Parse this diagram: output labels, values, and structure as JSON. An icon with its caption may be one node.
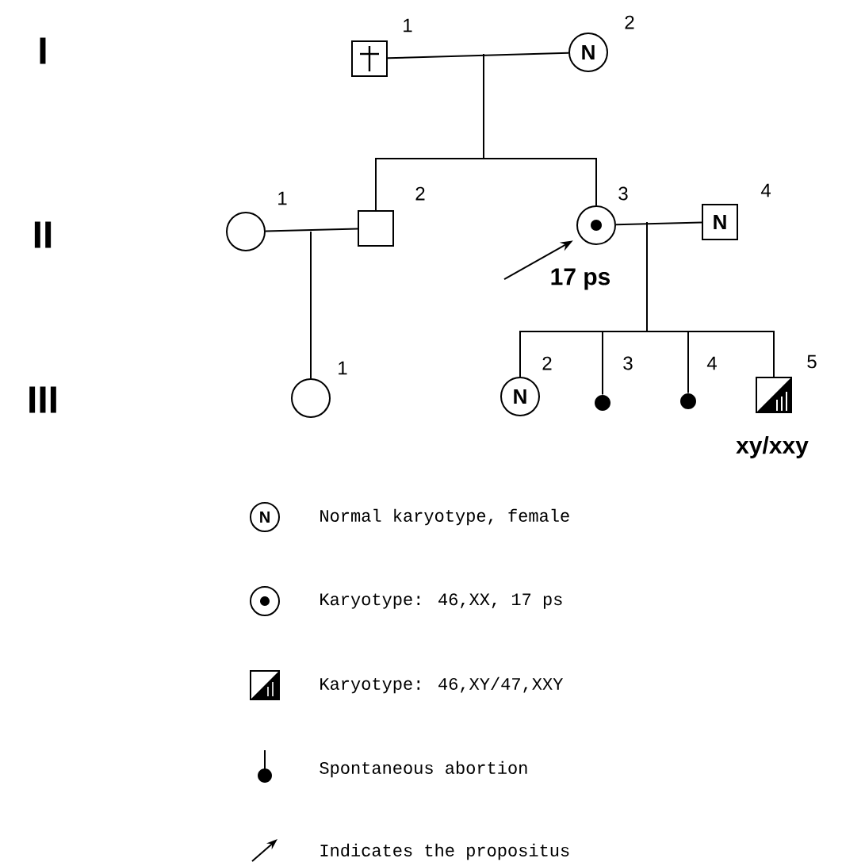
{
  "diagram": {
    "nodes": [
      {
        "text": [],
        "shape": "box",
        "beside": [
          "1"
        ]
      },
      {
        "text": [
          "N"
        ],
        "beside": [
          "2"
        ]
      },
      {
        "text": [],
        "shape": "circle",
        "beside": [
          "1"
        ]
      },
      {
        "text": [],
        "shape": "box",
        "beside": [
          "2"
        ]
      },
      {
        "text": [],
        "shape": "circle",
        "beside": [
          "3",
          "17 ps"
        ]
      },
      {
        "text": [
          "N"
        ],
        "beside": [
          "4"
        ]
      },
      {
        "text": [],
        "shape": "circle",
        "beside": [
          "1"
        ]
      },
      {
        "text": [
          "N"
        ],
        "beside": [
          "2"
        ]
      },
      {
        "text": [],
        "shape": "dot",
        "beside": [
          "3"
        ]
      },
      {
        "text": [],
        "shape": "dot",
        "beside": [
          "4"
        ]
      },
      {
        "text": [],
        "shape": "box",
        "beside": [
          "5",
          "xy/xxy"
        ]
      }
    ],
    "edges": [
      {
        "from": 0,
        "to": 1,
        "arrow": "none"
      },
      {
        "from": null,
        "to": 3,
        "arrow": "none"
      },
      {
        "from": null,
        "to": 4,
        "arrow": "none"
      },
      {
        "from": 2,
        "to": 3,
        "arrow": "none"
      },
      {
        "from": null,
        "to": 6,
        "arrow": "none"
      },
      {
        "from": 4,
        "to": 5,
        "arrow": "none"
      },
      {
        "from": 4,
        "to": 7,
        "arrow": "none"
      },
      {
        "from": 4,
        "to": 8,
        "arrow": "none"
      },
      {
        "from": 4,
        "to": 9,
        "arrow": "none"
      },
      {
        "from": 4,
        "to": 10,
        "arrow": "none"
      },
      {
        "from": null,
        "to": 4,
        "arrow": "to"
      }
    ],
    "labels": [
      "I",
      "II",
      "III",
      "N"
    ],
    "legend": [
      {
        "text": "Normal karyotype, female"
      },
      {
        "text": "Karyotype: 46,XX, 17 ps"
      },
      {
        "text": "Karyotype: 46,XY/47,XXY"
      },
      {
        "text": "Spontaneous abortion"
      },
      {
        "text": "Indicates the propositus"
      }
    ]
  }
}
